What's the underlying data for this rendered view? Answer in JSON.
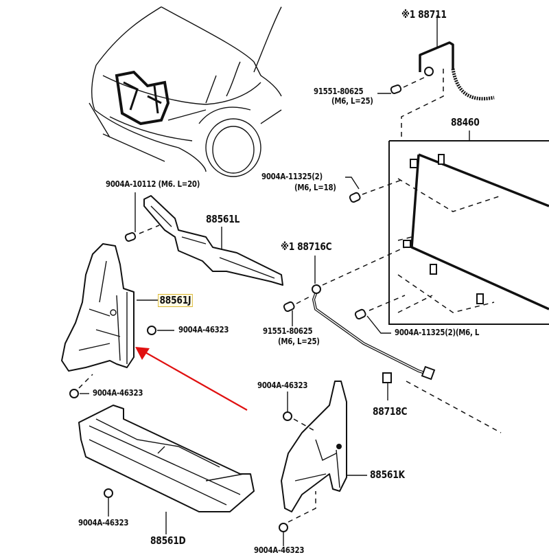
{
  "diagram": {
    "title": "Front radiator support / condenser parts diagram",
    "highlight_color": "#d9b52e",
    "arrow_color": "#e01010",
    "labels": {
      "p88711": {
        "mark": "※1",
        "number": "88711"
      },
      "p91551_top": {
        "number": "91551-80625",
        "spec": "(M6, L=25)"
      },
      "p88460": {
        "number": "88460"
      },
      "p9004a_11325_top": {
        "number": "9004A-11325(2)",
        "spec": "(M6, L=18)"
      },
      "p9004a_10112": {
        "number": "9004A-10112 (M6. L=20)"
      },
      "p88561L": {
        "number": "88561L"
      },
      "p88716C": {
        "mark": "※1",
        "number": "88716C"
      },
      "p88561J": {
        "number": "88561J"
      },
      "p9004a_46323_a": {
        "number": "9004A-46323"
      },
      "p91551_mid": {
        "number": "91551-80625",
        "spec": "(M6, L=25)"
      },
      "p9004a_11325_bot": {
        "number": "9004A-11325(2)(M6, L"
      },
      "p9004a_46323_b": {
        "number": "9004A-46323"
      },
      "p9004a_46323_c": {
        "number": "9004A-46323"
      },
      "p88718C": {
        "number": "88718C"
      },
      "p88561K": {
        "number": "88561K"
      },
      "p9004a_46323_d": {
        "number": "9004A-46323"
      },
      "p88561D": {
        "number": "88561D"
      },
      "p9004a_46323_e": {
        "number": "9004A-46323"
      }
    }
  }
}
